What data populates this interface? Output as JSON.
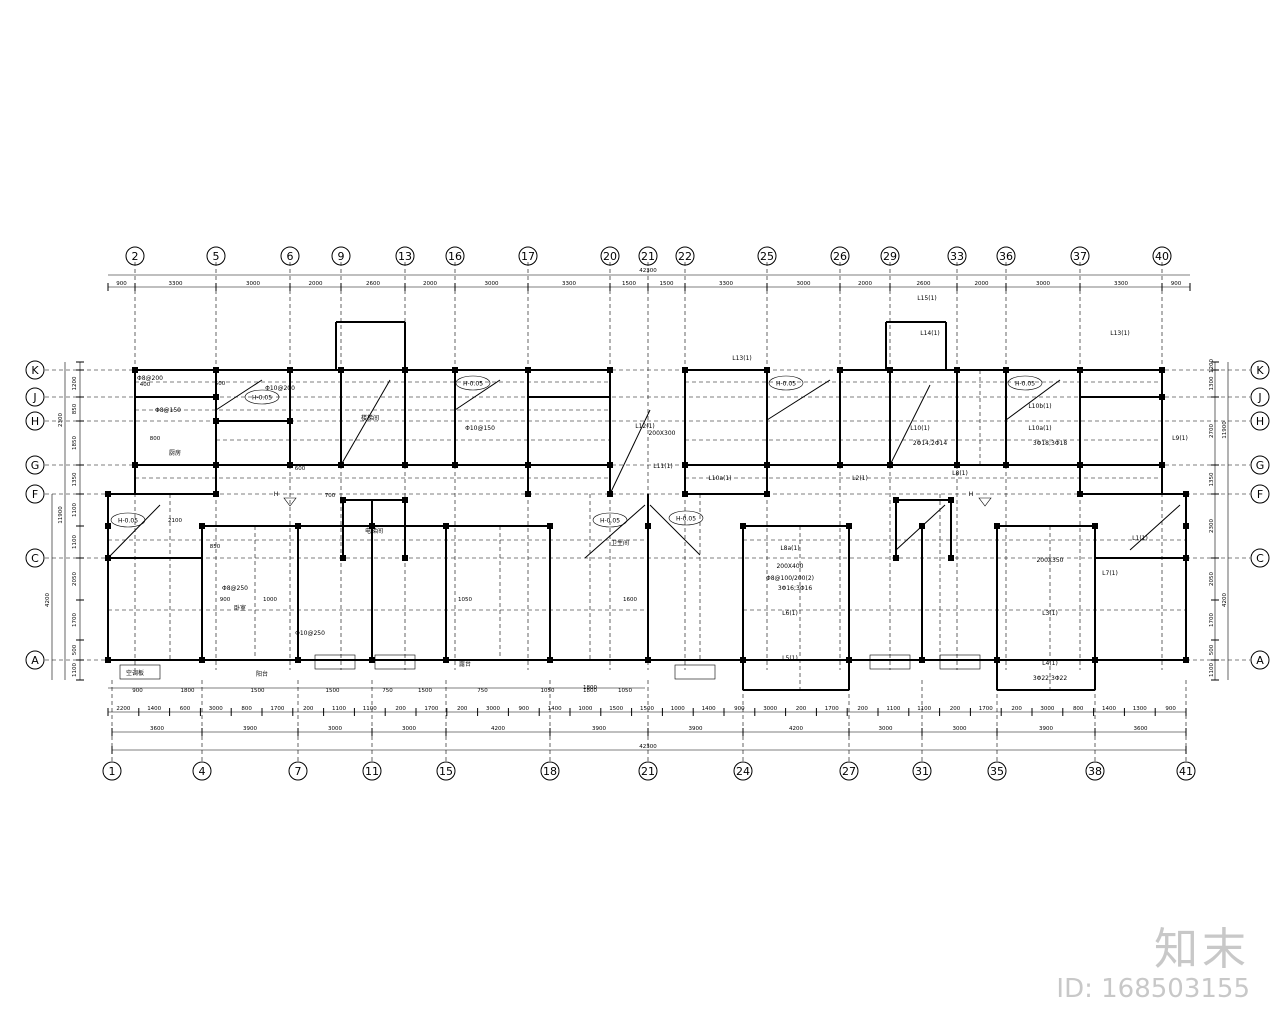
{
  "top_axes": [
    "2",
    "5",
    "6",
    "9",
    "13",
    "16",
    "17",
    "20",
    "21",
    "22",
    "25",
    "26",
    "29",
    "33",
    "36",
    "37",
    "40"
  ],
  "bottom_axes": [
    "1",
    "4",
    "7",
    "11",
    "15",
    "18",
    "21",
    "24",
    "27",
    "31",
    "35",
    "38",
    "41"
  ],
  "row_axes": [
    "K",
    "J",
    "H",
    "G",
    "F",
    "C",
    "A"
  ],
  "top_total": "42300",
  "top_dims": [
    "900",
    "3300",
    "3000",
    "2000",
    "2600",
    "2000",
    "3000",
    "3300",
    "1500",
    "1500",
    "3300",
    "3000",
    "2000",
    "2600",
    "2000",
    "3000",
    "3300",
    "900"
  ],
  "bottom_total": "42300",
  "bottom_dims_row1": [
    "2200",
    "1400",
    "600",
    "3000",
    "800",
    "1700",
    "200",
    "1100",
    "1100",
    "200",
    "1700",
    "200",
    "3000",
    "900",
    "1400",
    "1000",
    "1500",
    "1500",
    "1000",
    "1400",
    "900",
    "3000",
    "200",
    "1700",
    "200",
    "1100",
    "1100",
    "200",
    "1700",
    "200",
    "3000",
    "800",
    "1400",
    "1300",
    "900"
  ],
  "bottom_dims_row2": [
    "3600",
    "3900",
    "3000",
    "3000",
    "4200",
    "3900",
    "3900",
    "4200",
    "3000",
    "3000",
    "3900",
    "3600"
  ],
  "bottom_dims_row3": [
    "900",
    "1800",
    "1500",
    "1500",
    "750",
    "1500",
    "750",
    "1050",
    "1800",
    "1050"
  ],
  "left_dims": [
    "1200",
    "850",
    "1850",
    "1350",
    "1100",
    "1100",
    "2050",
    "1700",
    "500",
    "1100"
  ],
  "left_totals": [
    "2300",
    "11900",
    "4200"
  ],
  "right_dims": [
    "1200",
    "1300",
    "2700",
    "1350",
    "2300",
    "2050",
    "1700",
    "500",
    "1100"
  ],
  "right_totals": [
    "11900",
    "4200"
  ],
  "level_tags": [
    "H-0.05",
    "H-0.05",
    "H-0.05",
    "H-0.05",
    "H-0.05",
    "H-0.05",
    "H-0.05"
  ],
  "elevation_mark": "H",
  "beams": [
    "L13(1)",
    "L10b(1)",
    "L10(1)",
    "L10a(1)",
    "L9(1)",
    "L10a(1)",
    "L12(1)",
    "L11(1)",
    "L8(1)",
    "L8a(1)",
    "L6(1)",
    "L5(1)",
    "L7(1)",
    "L3(1)",
    "L4(1)",
    "L14(1)",
    "L15(1)",
    "L1(1)",
    "L2(1)",
    "L13(1)"
  ],
  "beam_specs": [
    "200X400",
    "200X350",
    "200X300",
    "Φ8@100/200(2)",
    "2Φ14;2Φ14",
    "3Φ18;3Φ18",
    "3Φ16;3Φ16",
    "3Φ22;3Φ22"
  ],
  "slab_rebar": [
    "Φ8@200",
    "Φ8@150",
    "Φ10@200",
    "Φ10@150",
    "Φ8@250",
    "Φ10@250"
  ],
  "room_labels": [
    "厨房",
    "卧室",
    "楼梯间",
    "电梯间",
    "卫生间",
    "空调板",
    "阳台",
    "露台"
  ],
  "small_dims": [
    "400",
    "500",
    "600",
    "700",
    "800",
    "850",
    "900",
    "1000",
    "1050",
    "1600",
    "1800",
    "2100"
  ],
  "watermark": {
    "logo": "知末",
    "id": "ID: 168503155"
  }
}
